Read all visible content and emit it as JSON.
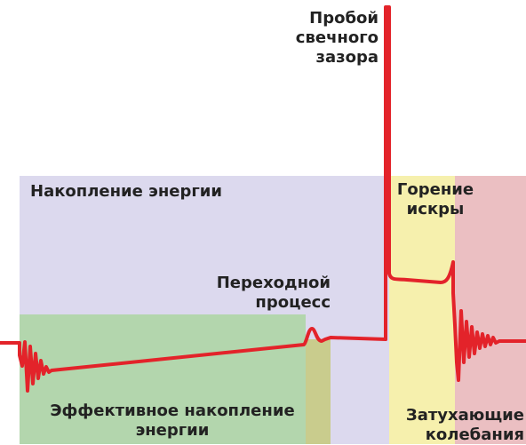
{
  "labels": {
    "breakdown_line1": "Пробой",
    "breakdown_line2": "свечного",
    "breakdown_line3": "зазора",
    "accumulation": "Накопление энергии",
    "transition_line1": "Переходной",
    "transition_line2": "процесс",
    "effective_line1": "Эффективное накопление",
    "effective_line2": "энергии",
    "burning_line1": "Горение",
    "burning_line2": "искры",
    "decay_line1": "Затухающие",
    "decay_line2": "колебания"
  },
  "colors": {
    "accumulation_zone": "#dcd9ee",
    "effective_zone": "#b3d6ad",
    "transition_zone": "#c9cc8d",
    "burning_zone": "#f6f0ad",
    "decay_zone": "#ebbfc2",
    "signal": "#e3232a",
    "text": "#222222"
  }
}
